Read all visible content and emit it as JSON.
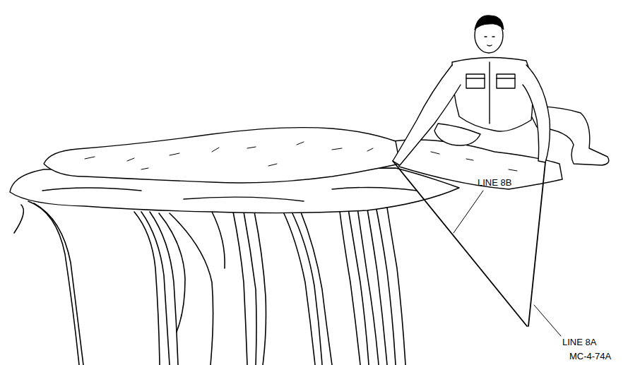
{
  "diagram": {
    "labels": [
      "LINE 8B",
      "LINE 8A",
      "MC-4-74A"
    ]
  }
}
